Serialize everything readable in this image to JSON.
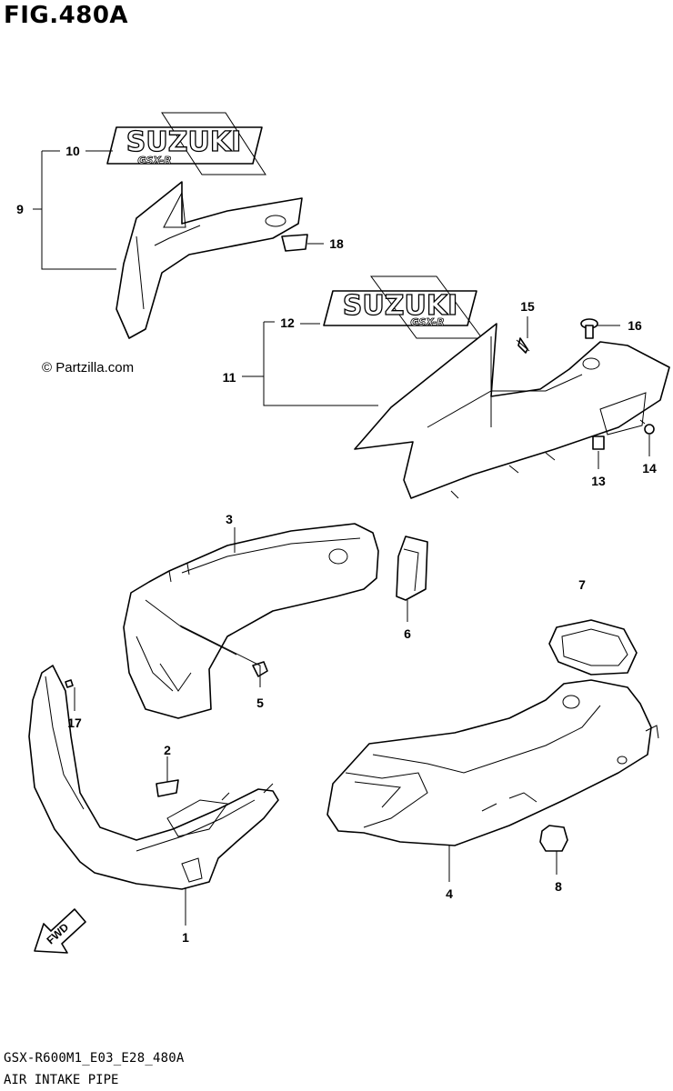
{
  "figure": {
    "title": "FIG.480A",
    "copyright": "© Partzilla.com",
    "footer_code": "GSX-R600M1_E03_E28_480A",
    "footer_name": "AIR INTAKE PIPE"
  },
  "emblem": {
    "brand": "SUZUKI",
    "model": "GSX-R"
  },
  "fwd_label": "FWD",
  "callouts": {
    "c1": "1",
    "c2": "2",
    "c3": "3",
    "c4": "4",
    "c5": "5",
    "c6": "6",
    "c7": "7",
    "c8": "8",
    "c9": "9",
    "c10": "10",
    "c11": "11",
    "c12": "12",
    "c13": "13",
    "c14": "14",
    "c15": "15",
    "c16": "16",
    "c17": "17",
    "c18": "18"
  }
}
